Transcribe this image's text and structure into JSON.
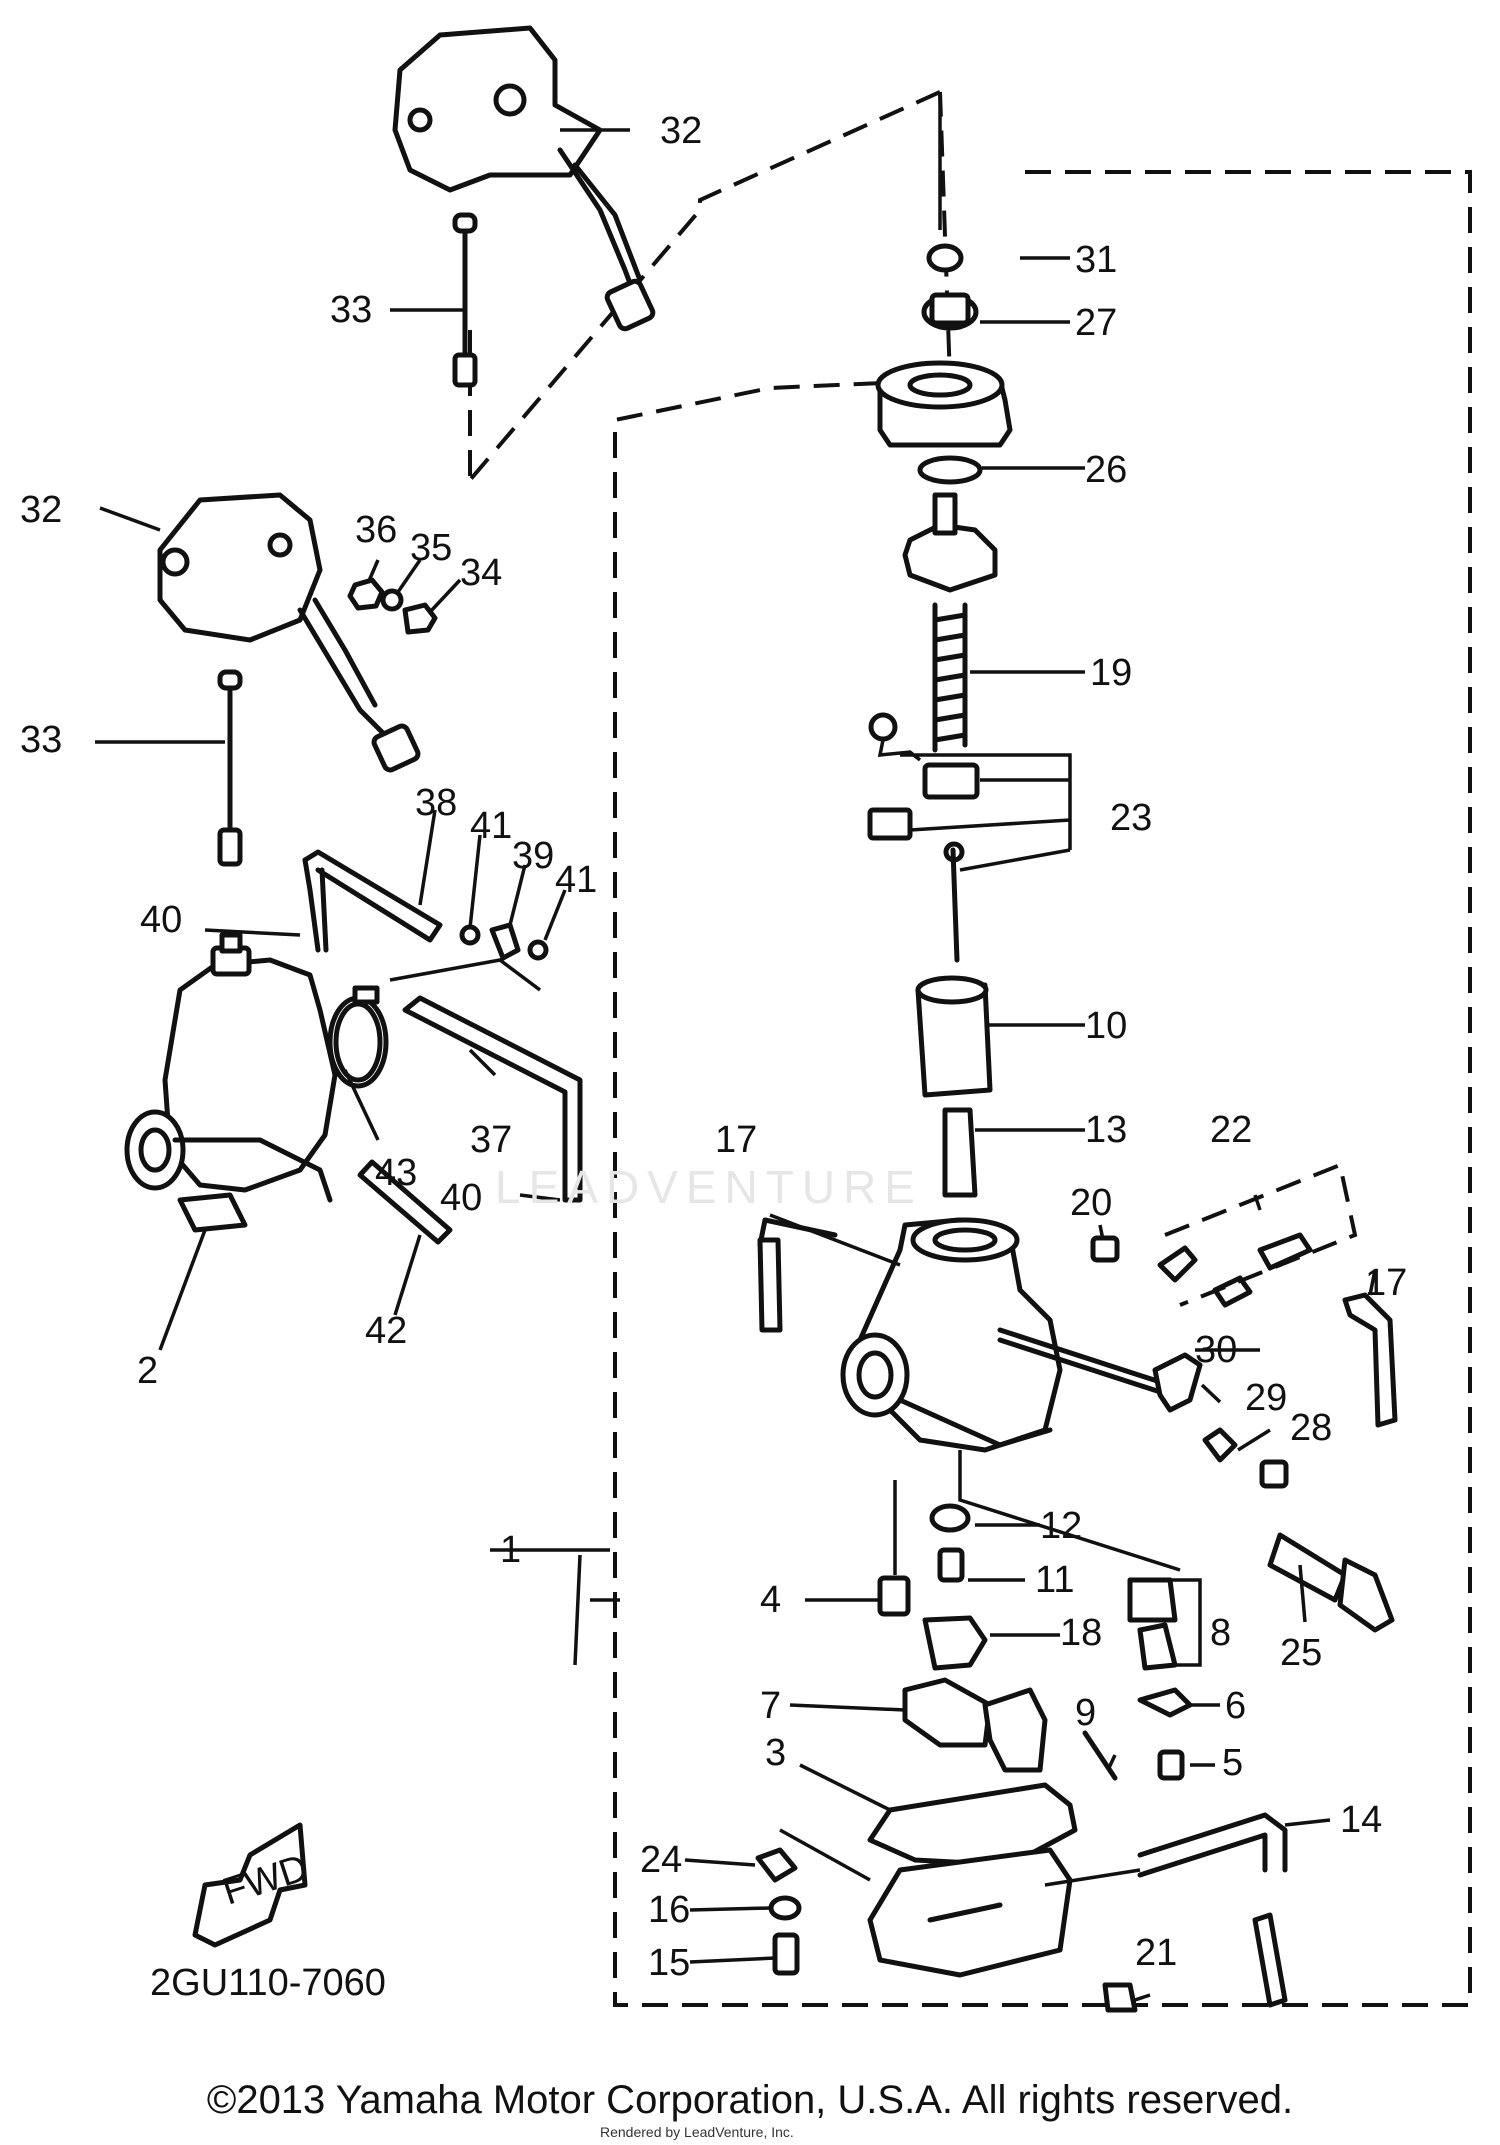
{
  "diagram": {
    "catalog_code": "2GU110-7060",
    "fwd_label": "FWD",
    "watermark": "LEADVENTURE",
    "copyright": "©2013 Yamaha Motor Corporation, U.S.A. All rights reserved.",
    "rendered_by": "Rendered by LeadVenture, Inc.",
    "callouts": {
      "c1": "1",
      "c2": "2",
      "c3": "3",
      "c4": "4",
      "c5": "5",
      "c6": "6",
      "c7": "7",
      "c8": "8",
      "c9": "9",
      "c10": "10",
      "c11": "11",
      "c12": "12",
      "c13": "13",
      "c14": "14",
      "c15": "15",
      "c16": "16",
      "c17a": "17",
      "c17b": "17",
      "c18": "18",
      "c19": "19",
      "c20": "20",
      "c21": "21",
      "c22": "22",
      "c23": "23",
      "c24": "24",
      "c25": "25",
      "c26": "26",
      "c27": "27",
      "c28": "28",
      "c29": "29",
      "c30": "30",
      "c31": "31",
      "c32a": "32",
      "c32b": "32",
      "c33a": "33",
      "c33b": "33",
      "c34": "34",
      "c35": "35",
      "c36": "36",
      "c37": "37",
      "c38": "38",
      "c39": "39",
      "c40a": "40",
      "c40b": "40",
      "c41a": "41",
      "c41b": "41",
      "c42": "42",
      "c43": "43"
    }
  }
}
